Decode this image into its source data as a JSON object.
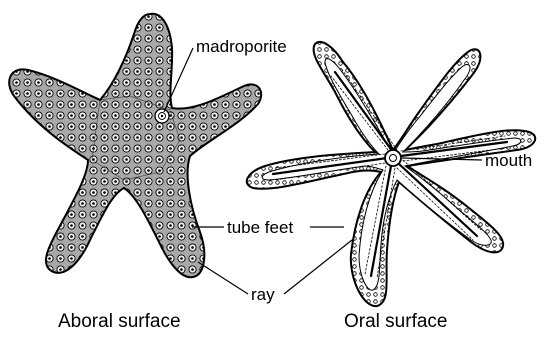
{
  "labels": {
    "madroporite": "madroporite",
    "mouth": "mouth",
    "tube_feet": "tube feet",
    "ray": "ray"
  },
  "captions": {
    "aboral": "Aboral surface",
    "oral": "Oral surface"
  },
  "colors": {
    "ink": "#000000",
    "aboral_fill": "#a8a8a8",
    "oral_fill": "#ffffff"
  }
}
